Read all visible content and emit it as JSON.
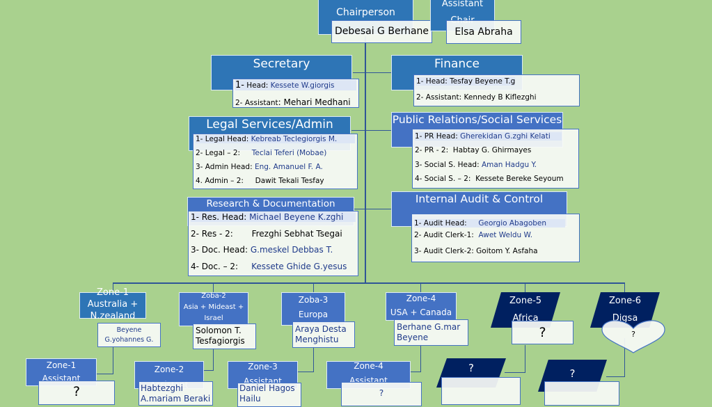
{
  "top": {
    "chair": {
      "title": "Chairperson",
      "name": "Debesai G Berhane"
    },
    "assistant_chair": {
      "title_line1": "Assistant",
      "title_line2": "Chair",
      "name": "Elsa Abraha"
    }
  },
  "departments": {
    "secretary": {
      "title": "Secretary",
      "rows": [
        {
          "num": "1-",
          "label": " Head: ",
          "name": "Kessete W.giorgis"
        },
        {
          "num": "2-",
          "label": " Assistant",
          "name": ": Mehari Medhani"
        }
      ]
    },
    "finance": {
      "title": "Finance",
      "rows": [
        {
          "label": "1- Head: ",
          "name": "Tesfay Beyene T.g"
        },
        {
          "label": "2- Assistant: ",
          "name": "Kennedy B Kiflezghi"
        }
      ]
    },
    "legal": {
      "title": "Legal Services/Admin",
      "rows": [
        {
          "label": "1- Legal Head: ",
          "name": "Kebreab Teclegiorgis M."
        },
        {
          "label": "2- Legal – 2:     ",
          "name": "Teclai Teferi (Mobae)"
        },
        {
          "label": "3- Admin Head: ",
          "name": "Eng. Amanuel F. A."
        },
        {
          "label": "4. Admin – 2:     ",
          "name": "Dawit Tekali Tesfay"
        }
      ]
    },
    "pr": {
      "title": "Public Relations/Social Services",
      "rows": [
        {
          "label": "1- PR Head: ",
          "name": "Gherekidan G.zghi Kelati"
        },
        {
          "label": "2- PR - 2:  ",
          "name": "Habtay G. Ghirmayes"
        },
        {
          "label": "3- Social S. Head: ",
          "name": "Aman Hadgu Y."
        },
        {
          "label": "4- Social S. – 2:  ",
          "name": "Kessete Bereke Seyoum"
        }
      ]
    },
    "research": {
      "title": "Research & Documentation",
      "rows": [
        {
          "label": "1- Res. Head: ",
          "name": "Michael Beyene K.zghi"
        },
        {
          "label": "2- Res - 2:       ",
          "name": "Frezghi Sebhat Tsegai"
        },
        {
          "label": "3- Doc. Head: ",
          "name": "G.meskel Debbas T."
        },
        {
          "label": "4- Doc. – 2:     ",
          "name": "Kessete Ghide G.yesus"
        }
      ]
    },
    "audit": {
      "title": "Internal Audit & Control",
      "rows": [
        {
          "label": "1- Audit Head:     ",
          "name": "Georgio Abagoben"
        },
        {
          "label": "2- Audit Clerk-1:  ",
          "name": "Awet Weldu W."
        },
        {
          "label": "3- Audit Clerk-2: ",
          "name": "Goitom Y. Asfaha"
        }
      ]
    }
  },
  "zones": [
    {
      "title_line1": "Zone-1",
      "title_line2": "Australia +",
      "title_line3": "N.zealand",
      "name_line1": "Beyene",
      "name_line2": "G.yohannes G."
    },
    {
      "title_line1": "Zoba-2",
      "title_line2": "Asia + Mideast +",
      "title_line3": "Israel",
      "name_line1": "Solomon T.",
      "name_line2": "Tesfagiorgis"
    },
    {
      "title_line1": "Zoba-3",
      "title_line2": "Europa",
      "name_line1": "Araya Desta",
      "name_line2": "Menghistu"
    },
    {
      "title_line1": "Zone-4",
      "title_line2": "USA + Canada",
      "name_line1": "Berhane G.mar",
      "name_line2": "Beyene"
    },
    {
      "title_line1": "Zone-5",
      "title_line2": "Africa",
      "name": "?"
    },
    {
      "title_line1": "Zone-6",
      "title_line2": "Digsa",
      "name": "?"
    }
  ],
  "assistants": [
    {
      "title_line1": "Zone-1",
      "title_line2": "Assistant",
      "name": "?"
    },
    {
      "title_line1": "Zone-2",
      "title_line2": "Assistant",
      "name_line1": "Habtezghi",
      "name_line2": "A.mariam Beraki"
    },
    {
      "title_line1": "Zone-3",
      "title_line2": "Assistant",
      "name_line1": "Daniel Hagos",
      "name_line2": "Hailu"
    },
    {
      "title_line1": "Zone-4",
      "title_line2": "Assistant",
      "name": "?"
    },
    {
      "title": "?"
    },
    {
      "title": "?"
    }
  ]
}
